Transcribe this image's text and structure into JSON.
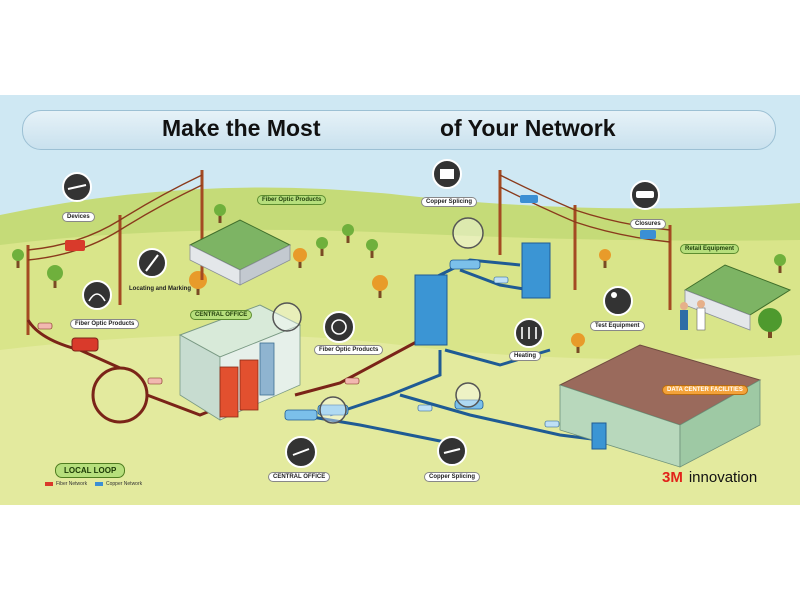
{
  "title": {
    "left": "Make the Most",
    "right": "of Your Network"
  },
  "labels": {
    "devices": "Devices",
    "fiber_optic_products_top": "Fiber Optic Products",
    "locating_marking": "Locating and Marking",
    "fiber_optic_products_left": "Fiber Optic Products",
    "central_office_building": "CENTRAL OFFICE",
    "fiber_optic_products_center": "Fiber Optic Products",
    "central_office": "CENTRAL OFFICE",
    "copper_splicing_top": "Copper Splicing",
    "closures": "Closures",
    "retail_equipment": "Retail Equipment",
    "test_equipment": "Test Equipment",
    "heating": "Heating",
    "copper_splicing_bottom": "Copper Splicing",
    "data_center": "DATA CENTER FACILITIES"
  },
  "legend": {
    "title": "LOCAL LOOP",
    "items": [
      {
        "label": "Fiber Network",
        "color": "#d93a2b"
      },
      {
        "label": "Copper Network",
        "color": "#3b8fd4"
      }
    ]
  },
  "brand": {
    "logo": "3M",
    "word": "innovation"
  },
  "icons": [
    "splice-tool-icon",
    "locator-wand-icon",
    "fiber-reel-icon",
    "connector-icon",
    "closure-icon",
    "technician-icon",
    "test-set-icon",
    "heater-icon",
    "copper-splice-icon"
  ],
  "colors": {
    "sky": "#cfe8f3",
    "grass": "#d8e483",
    "fiber": "#d93a2b",
    "copper": "#3b8fd4",
    "building_roof": "#7db464"
  }
}
